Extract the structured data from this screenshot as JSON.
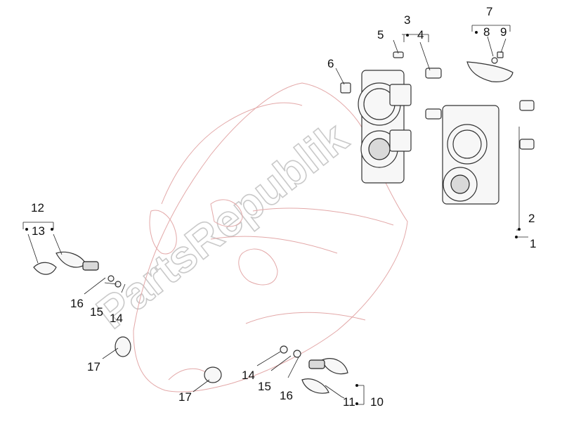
{
  "watermark": "PartsRepublik",
  "callouts": {
    "c1": "1",
    "c2": "2",
    "c3": "3",
    "c4": "4",
    "c5": "5",
    "c6": "6",
    "c7": "7",
    "c8": "8",
    "c9": "9",
    "c10": "10",
    "c11": "11",
    "c12": "12",
    "c13": "13",
    "c14a": "14",
    "c14b": "14",
    "c15a": "15",
    "c15b": "15",
    "c16a": "16",
    "c16b": "16",
    "c17a": "17",
    "c17b": "17"
  },
  "colors": {
    "body_outline": "#e3a8a8",
    "part_outline": "#333333",
    "watermark": "#c9c9c9"
  }
}
